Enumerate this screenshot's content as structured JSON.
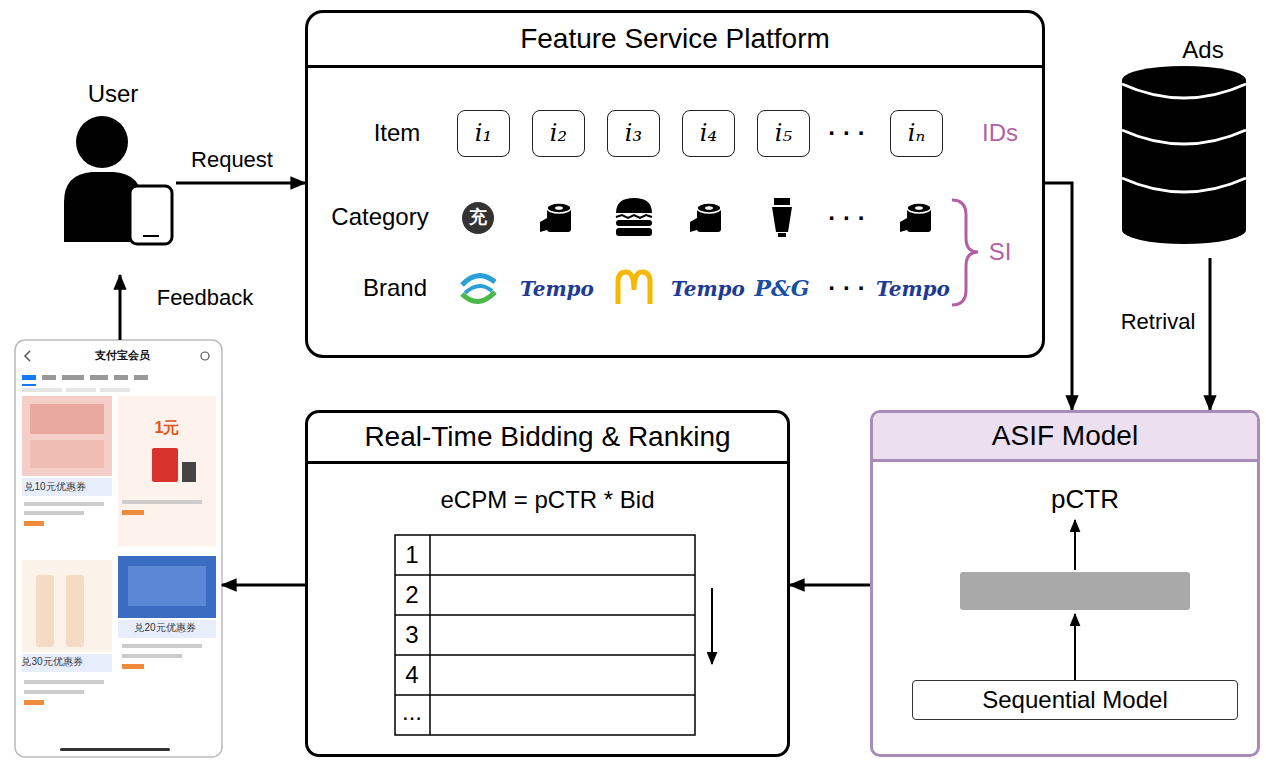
{
  "diagram": {
    "nodes": [
      {
        "text": [
          "User"
        ]
      },
      {
        "text": [
          "Feature Service Platform"
        ]
      },
      {
        "text": [
          "i₁"
        ],
        "in": 1
      },
      {
        "text": [
          "i₂"
        ],
        "in": 1
      },
      {
        "text": [
          "i₃"
        ],
        "in": 1
      },
      {
        "text": [
          "i₄"
        ],
        "in": 1
      },
      {
        "text": [
          "i₅"
        ],
        "in": 1
      },
      {
        "text": [
          "iₙ"
        ],
        "in": 1
      },
      {
        "text": [
          "Ads"
        ]
      },
      {
        "text": [
          "ASIF Model"
        ]
      },
      {
        "text": [
          "Sequential Model"
        ],
        "in": 9
      },
      {
        "text": [
          "Real-Time Bidding & Ranking",
          "eCPM = pCTR * Bid"
        ]
      },
      {
        "text": [
          "支付宝会员",
          "1元",
          "兑10元优惠券",
          "兑20元优惠券",
          "兑30元优惠券"
        ]
      }
    ],
    "edges": [
      {
        "from": 0,
        "to": 1,
        "arrow": "to",
        "label": "Request"
      },
      {
        "from": 1,
        "to": 9,
        "arrow": "to"
      },
      {
        "from": 8,
        "to": 9,
        "arrow": "to",
        "label": "Retrival"
      },
      {
        "from": 9,
        "to": 11,
        "arrow": "to"
      },
      {
        "from": 11,
        "to": 12,
        "arrow": "to"
      },
      {
        "from": 12,
        "to": 0,
        "arrow": "to",
        "label": "Feedback"
      }
    ],
    "labels": [
      "Item",
      "IDs",
      "Category",
      "充",
      "· · ·",
      "· · ·",
      "· · ·",
      "Brand",
      "Tempo",
      "Tempo",
      "P&G",
      "Tempo",
      "SI",
      "pCTR",
      "1",
      "2",
      "3",
      "4",
      "..."
    ]
  }
}
